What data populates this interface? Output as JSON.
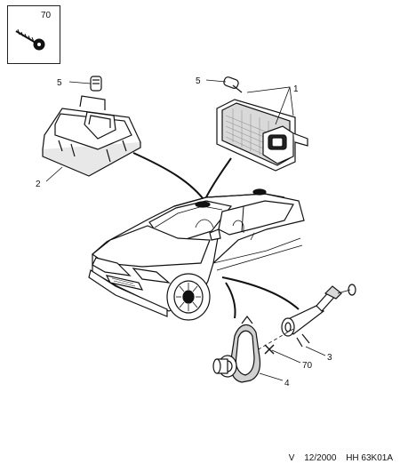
{
  "inset": {
    "part_number": "70"
  },
  "callouts": {
    "c1": "1",
    "c2": "2",
    "c3": "3",
    "c4": "4",
    "c5a": "5",
    "c5b": "5",
    "c70": "70"
  },
  "footer": {
    "variant": "V",
    "date": "12/2000",
    "ref": "HH 63K01A"
  }
}
